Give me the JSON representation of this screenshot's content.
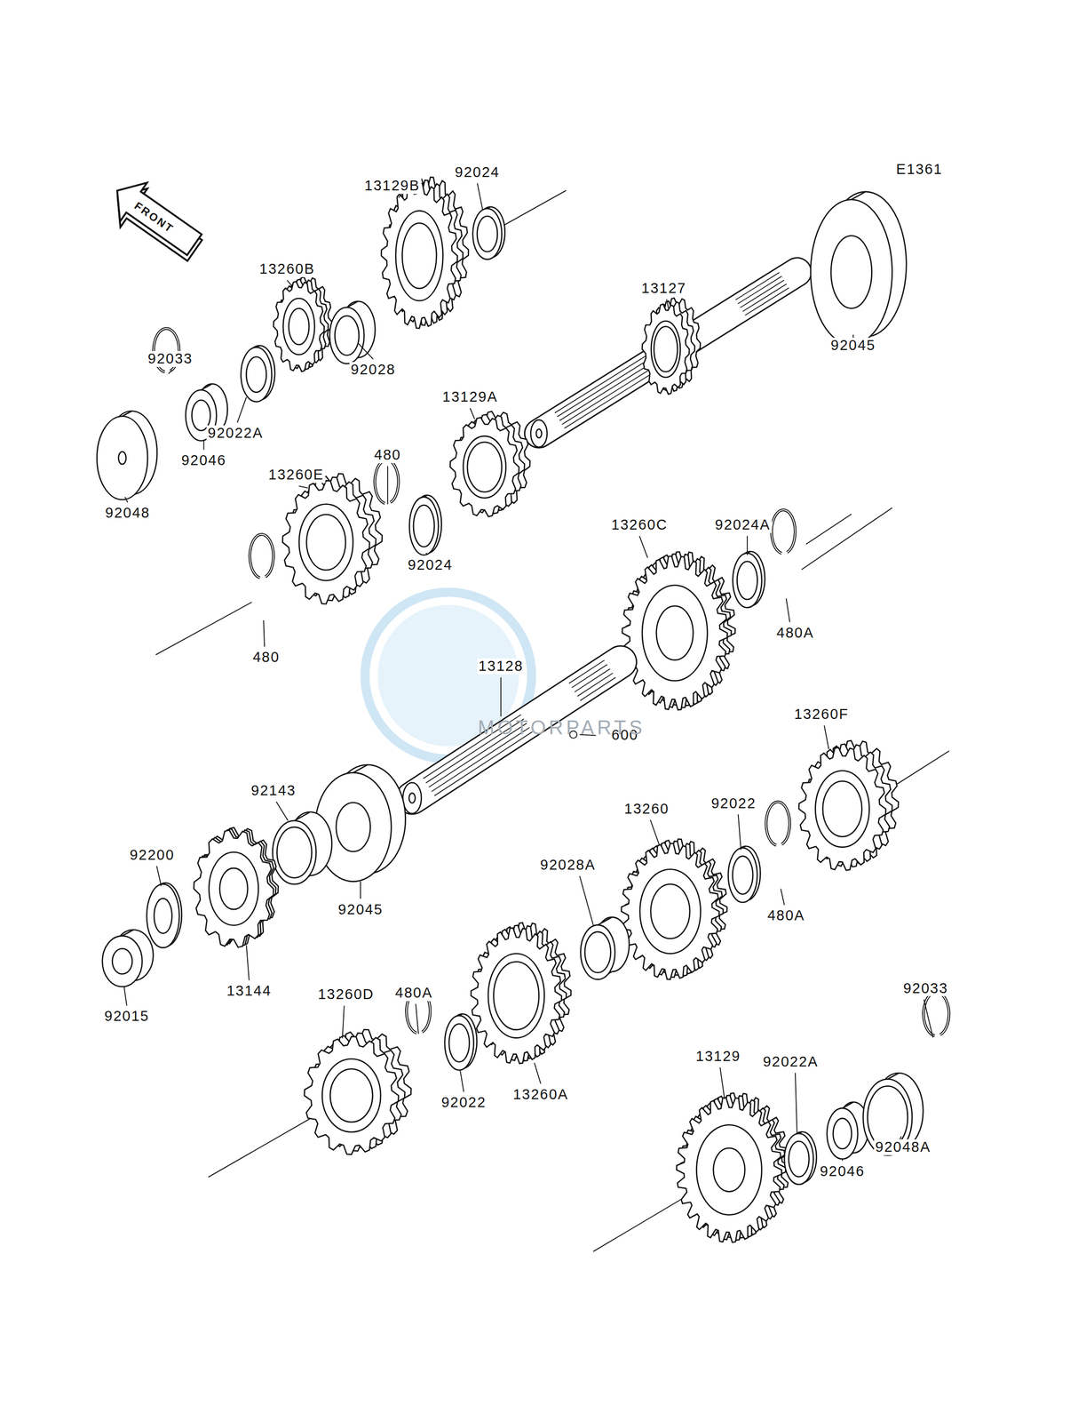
{
  "diagram": {
    "labels": [
      "E1361",
      "FRONT",
      "92024",
      "13129B",
      "13260B",
      "13127",
      "92033",
      "92028",
      "92045",
      "13129A",
      "92046",
      "92022A",
      "480",
      "13260E",
      "92048",
      "92024",
      "13260C",
      "92024A",
      "480A",
      "480",
      "13128",
      "600",
      "13260F",
      "92143",
      "13260",
      "92022",
      "92200",
      "92028A",
      "92045",
      "480A",
      "13144",
      "92015",
      "13260D",
      "480A",
      "92033",
      "13129",
      "92022A",
      "92022",
      "13260A",
      "92046",
      "92048A",
      "MOTORPARTS"
    ]
  }
}
